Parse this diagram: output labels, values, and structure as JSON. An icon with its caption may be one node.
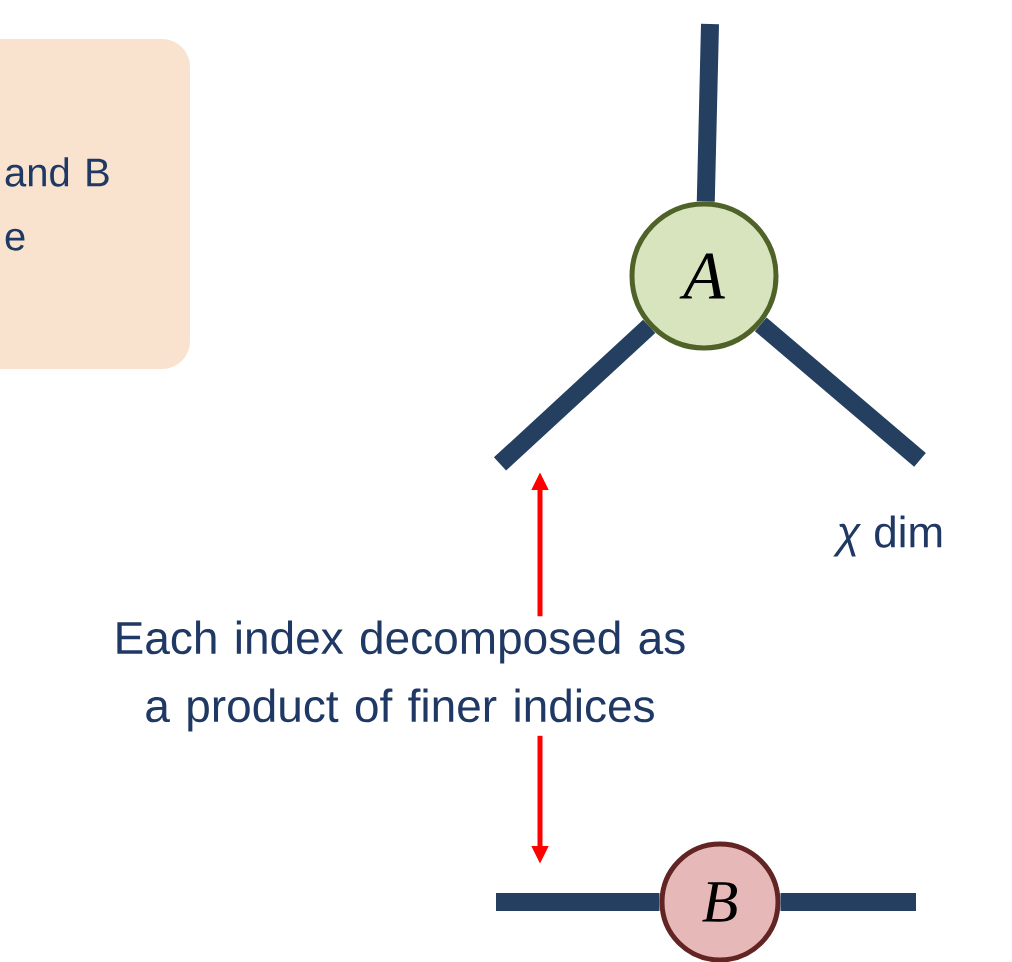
{
  "diagram": {
    "nodes": [
      {
        "text": [
          "and B e"
        ]
      },
      {
        "text": [
          "A"
        ]
      },
      {
        "text": [
          "Each index decomposed as a product of finer indices"
        ]
      },
      {
        "text": [
          "B"
        ]
      }
    ],
    "edges": [
      {
        "from": 1,
        "to": null,
        "arrow": "none"
      },
      {
        "from": 1,
        "to": null,
        "arrow": "none"
      },
      {
        "from": 1,
        "to": null,
        "arrow": "none"
      },
      {
        "from": 2,
        "to": null,
        "arrow": "to",
        "color": "#ff0000"
      },
      {
        "from": 2,
        "to": null,
        "arrow": "to",
        "color": "#ff0000"
      },
      {
        "from": 3,
        "to": null,
        "arrow": "none"
      },
      {
        "from": 3,
        "to": null,
        "arrow": "none"
      }
    ],
    "labels": [
      "*χ* dim"
    ]
  }
}
